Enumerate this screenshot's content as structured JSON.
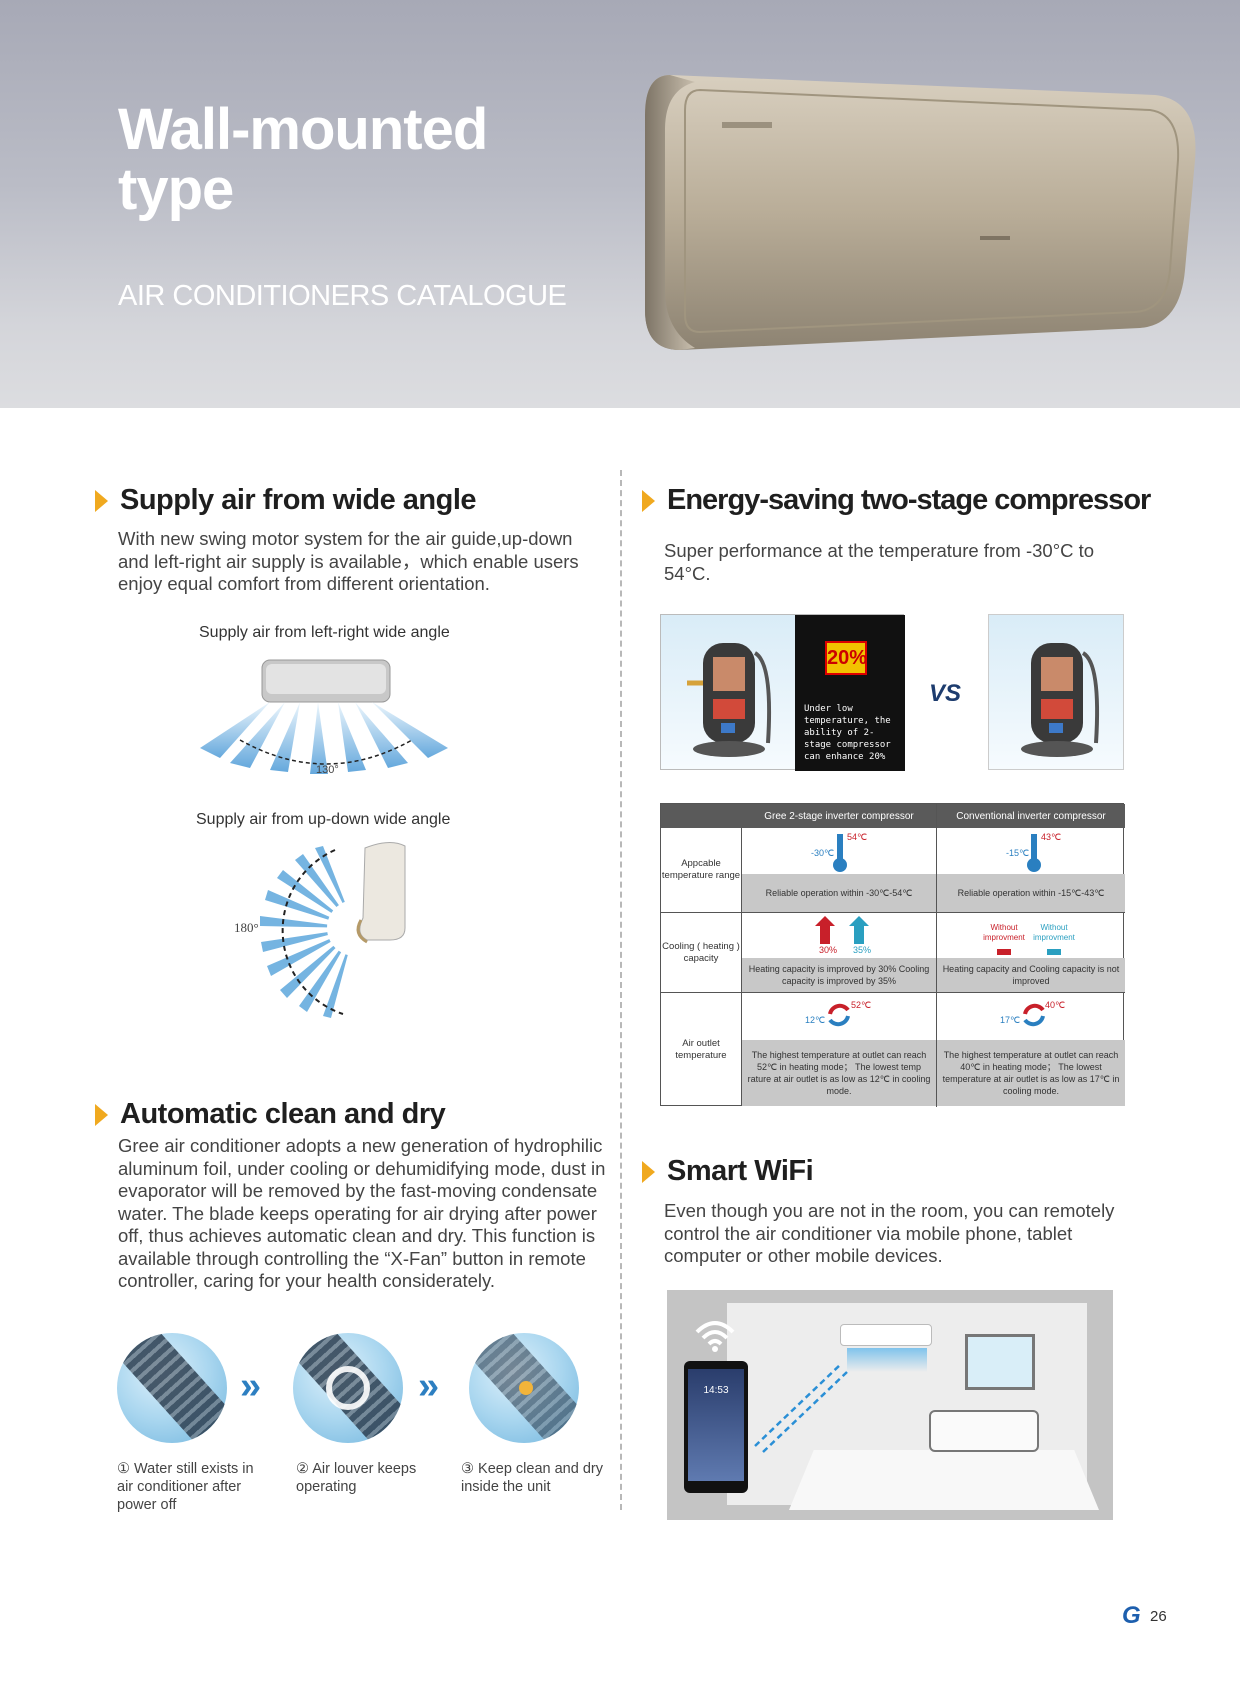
{
  "header": {
    "title_line1": "Wall-mounted",
    "title_line2": "type",
    "subtitle": "AIR CONDITIONERS CATALOGUE"
  },
  "left": {
    "section1": {
      "title": "Supply air from wide angle",
      "body": "With new swing motor system for the air guide,up-down and left-right air supply is available，which enable users enjoy equal comfort from different orientation.",
      "caption_lr": "Supply air from left-right wide angle",
      "angle_lr": "130°",
      "caption_ud": "Supply air from up-down wide angle",
      "angle_ud": "180°"
    },
    "section2": {
      "title": "Automatic clean and dry",
      "body": "Gree air conditioner adopts a new generation of hydrophilic aluminum foil, under cooling or dehumidifying mode, dust in evaporator will be removed by the fast-moving condensate water. The blade keeps operating for air drying after power off, thus achieves automatic clean and dry. This function is available through controlling the “X-Fan” button in remote controller, caring for your health considerately.",
      "steps": [
        {
          "label": "① Water still exists in air conditioner after power off"
        },
        {
          "label": "② Air louver keeps operating"
        },
        {
          "label": "③ Keep clean and dry inside the unit"
        }
      ],
      "arrow": "»"
    }
  },
  "right": {
    "section1": {
      "title": "Energy-saving two-stage compressor",
      "body": "Super performance at the temperature from -30°C to 54°C.",
      "badge": "20%",
      "badge_text": "Under low temperature, the ability of 2-stage compressor can enhance 20%",
      "vs": "VS"
    },
    "table": {
      "col1": "Gree 2-stage inverter compressor",
      "col2": "Conventional inverter compressor",
      "rows": [
        {
          "label": "Appcable temperature range",
          "gree_low": "-30℃",
          "gree_high": "54℃",
          "gree_text": "Reliable operation within -30℃-54℃",
          "conv_low": "-15℃",
          "conv_high": "43℃",
          "conv_text": "Reliable operation within -15℃-43℃"
        },
        {
          "label": "Cooling ( heating ) capacity",
          "gree_heat": "30%",
          "gree_cool": "35%",
          "gree_text": "Heating capacity is improved by 30% Cooling capacity is improved by 35%",
          "conv_heat": "Without improvment",
          "conv_cool": "Without improvment",
          "conv_text": "Heating capacity and Cooling capacity is not improved"
        },
        {
          "label": "Air outlet temperature",
          "gree_low": "12℃",
          "gree_high": "52℃",
          "gree_text": "The highest temperature at outlet can reach 52℃ in heating mode； The lowest temp rature at air outlet is as low as 12℃ in cooling mode.",
          "conv_low": "17℃",
          "conv_high": "40℃",
          "conv_text": "The highest temperature at outlet can reach 40℃ in heating mode； The lowest temperature at air outlet is as low as 17℃ in cooling mode."
        }
      ]
    },
    "section2": {
      "title": "Smart WiFi",
      "body": "Even though you are not in the room, you can remotely control the air conditioner via mobile phone, tablet computer or other mobile devices.",
      "phone_time": "14:53"
    }
  },
  "footer": {
    "logo": "G",
    "page": "26"
  },
  "colors": {
    "accent_triangle": "#f0a91f",
    "hot": "#c8202a",
    "cold": "#2a7fc0"
  }
}
